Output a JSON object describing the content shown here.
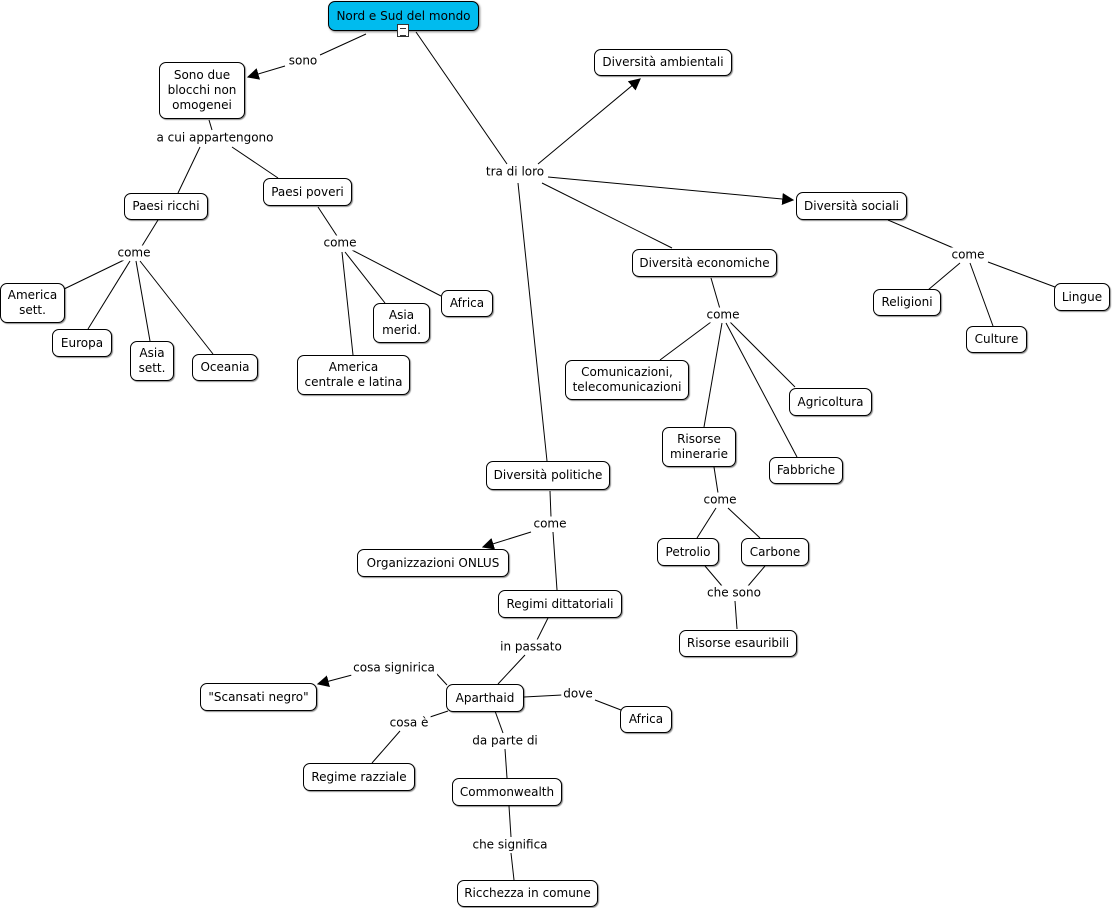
{
  "nodes": {
    "root": "Nord e Sud del mondo",
    "blocchi": "Sono due\nblocchi non\nomogenei",
    "ricchi": "Paesi ricchi",
    "poveri": "Paesi poveri",
    "america_sett": "America\nsett.",
    "europa": "Europa",
    "asia_sett": "Asia\nsett.",
    "oceania": "Oceania",
    "america_centrale": "America\ncentrale e latina",
    "asia_merid": "Asia\nmerid.",
    "africa1": "Africa",
    "amb": "Diversità ambientali",
    "soc": "Diversità sociali",
    "religioni": "Religioni",
    "culture": "Culture",
    "lingue": "Lingue",
    "eco": "Diversità economiche",
    "comunicazioni": "Comunicazioni,\ntelecomunicazioni",
    "agricoltura": "Agricoltura",
    "risorse_min": "Risorse\nminerarie",
    "fabbriche": "Fabbriche",
    "petrolio": "Petrolio",
    "carbone": "Carbone",
    "esauribili": "Risorse esauribili",
    "pol": "Diversità politiche",
    "onlus": "Organizzazioni ONLUS",
    "regimi": "Regimi dittatoriali",
    "aparthaid": "Aparthaid",
    "scansati": "\"Scansati negro\"",
    "africa2": "Africa",
    "razziale": "Regime razziale",
    "commonwealth": "Commonwealth",
    "ricchezza": "Ricchezza in comune"
  },
  "labels": {
    "sono": "sono",
    "appartengono": "a cui appartengono",
    "come_ricchi": "come",
    "come_poveri": "come",
    "tra_di_loro": "tra di loro",
    "come_soc": "come",
    "come_eco": "come",
    "come_risorse": "come",
    "che_sono": "che sono",
    "come_pol": "come",
    "in_passato": "in passato",
    "cosa_signirica": "cosa signirica",
    "dove": "dove",
    "cosa_e": "cosa è",
    "da_parte_di": "da parte di",
    "che_significa": "che significa"
  },
  "icons": {
    "root_attachment": "document-icon"
  },
  "colors": {
    "root_fill": "#00bbee",
    "node_fill": "#ffffff",
    "line": "#000000"
  }
}
